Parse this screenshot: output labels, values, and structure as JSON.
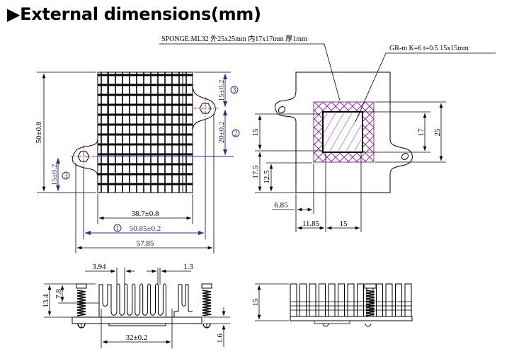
{
  "title": "▶External dimensions(mm)",
  "annotations": {
    "sponge": "SPONGE:ML32 外25x25mm 内17x17mm 厚1mm",
    "thermal_pad": "GR-m K=6 t=0.5 15x15mm"
  },
  "top_view": {
    "height": "50±0.8",
    "right_top": "15±0.2",
    "right_mid": "20±0.2",
    "left_bottom": "15±0.2",
    "fin_width": "38.7±0.8",
    "hole_spacing": "50.85±0.2",
    "overall_width": "57.85",
    "callout_1": "1",
    "callout_2": "2",
    "callout_3a": "3",
    "callout_3b": "3"
  },
  "bottom_face_view": {
    "d15_left": "15",
    "d17_5": "17.5",
    "d12_5": "12.5",
    "d17": "17",
    "d25": "25",
    "d6_85": "6.85",
    "d11_85": "11.85",
    "d15_bottom": "15"
  },
  "front_view": {
    "fin_pitch": "3.94",
    "fin_thickness": "1.3",
    "total_height": "13.4",
    "fin_depth": "7.8",
    "base_span": "32±0.2",
    "base_thickness": "1.6"
  },
  "side_view": {
    "height": "15"
  },
  "colors": {
    "dimension_blue": "#2a2aa0",
    "centerline_red": "#d03030",
    "sponge_purple": "#8a2a9a"
  }
}
